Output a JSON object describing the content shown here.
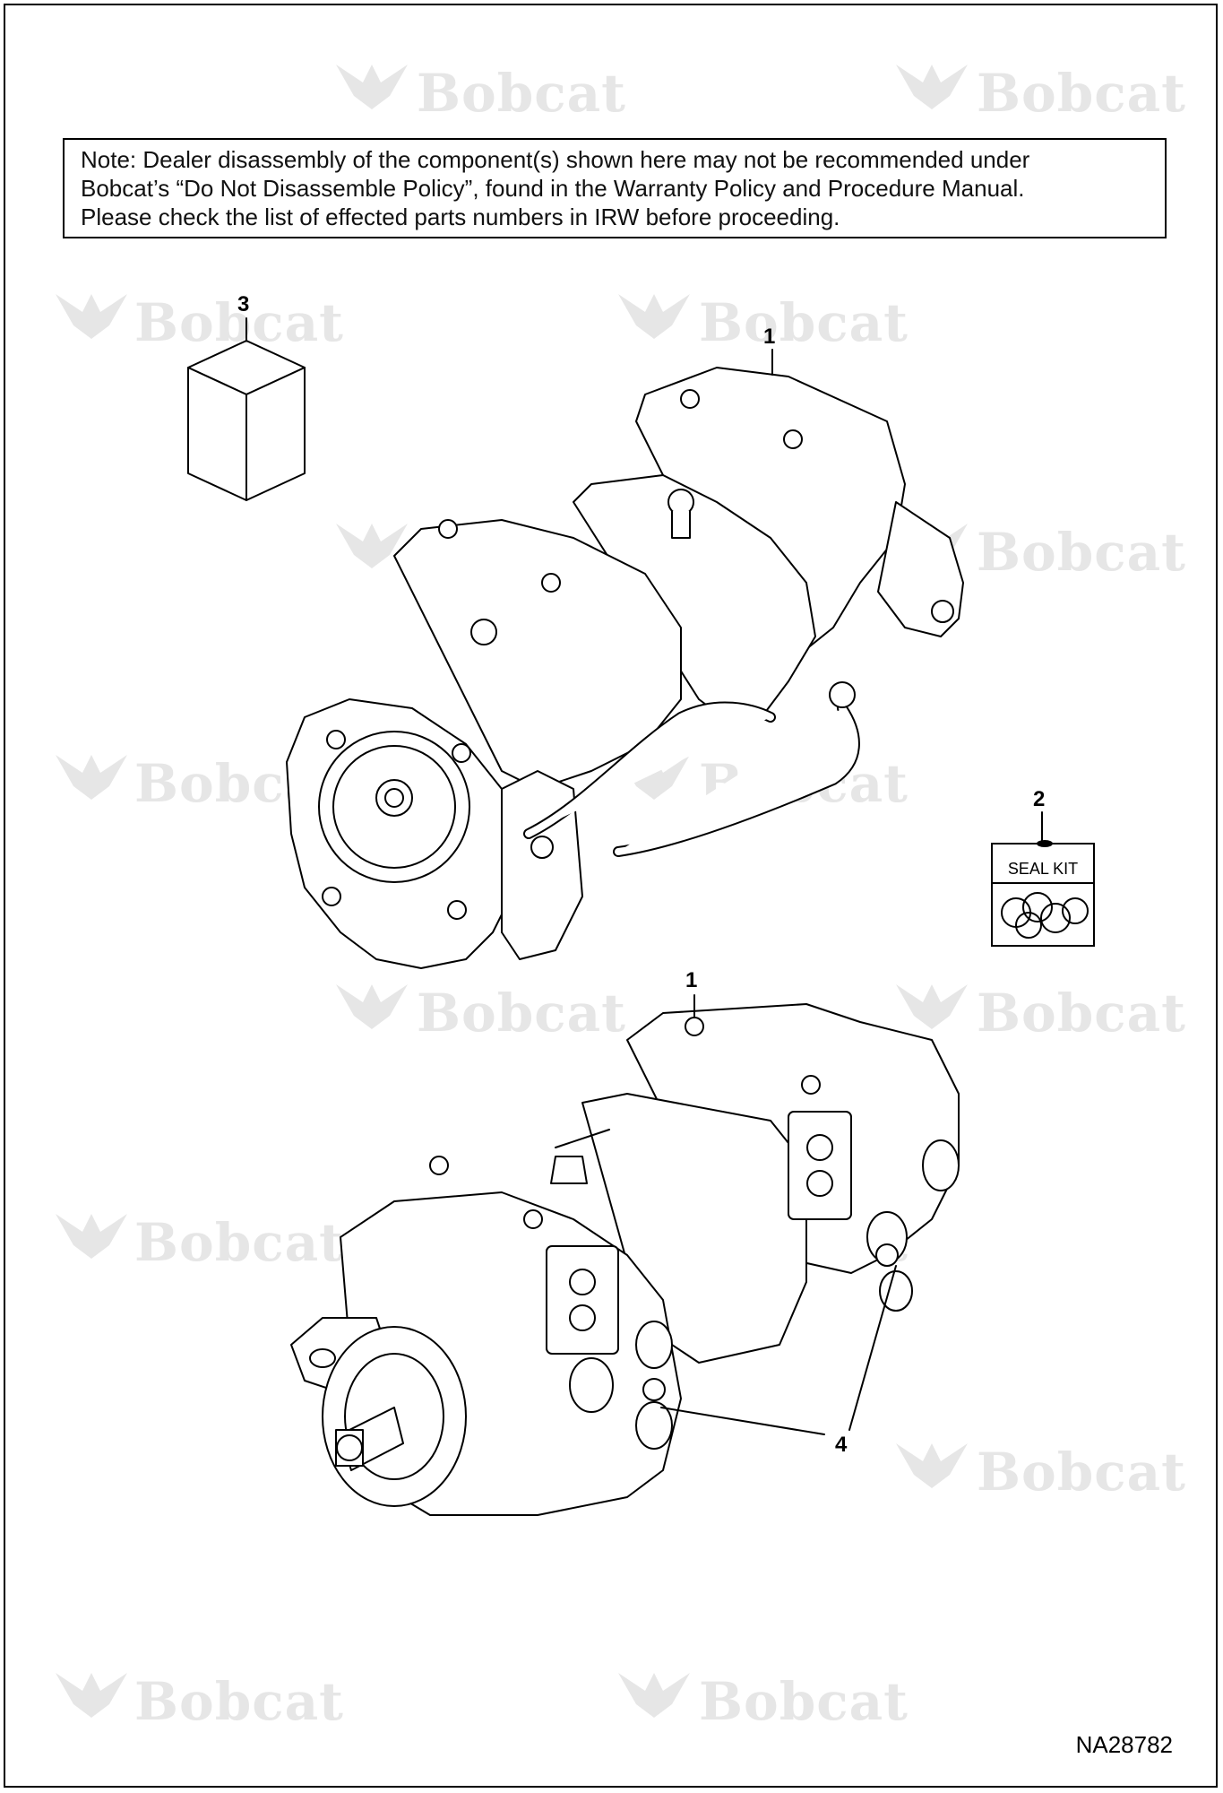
{
  "note": {
    "line1": "Note:  Dealer disassembly of the component(s) shown here may not be recommended under",
    "line2": "Bobcat’s “Do Not Disassemble Policy”, found in the Warranty Policy and Procedure Manual.",
    "line3": "Please check the list of effected parts numbers in IRW before proceeding."
  },
  "watermark": {
    "text": "Bobcat"
  },
  "callouts": {
    "item1_top": "1",
    "item1_bottom": "1",
    "item2": "2",
    "item3": "3",
    "item4": "4"
  },
  "seal_kit": {
    "label": "SEAL KIT"
  },
  "drawing_code": "NA28782",
  "colors": {
    "line": "#000000",
    "watermark": "#e6e6e6",
    "background": "#ffffff"
  }
}
